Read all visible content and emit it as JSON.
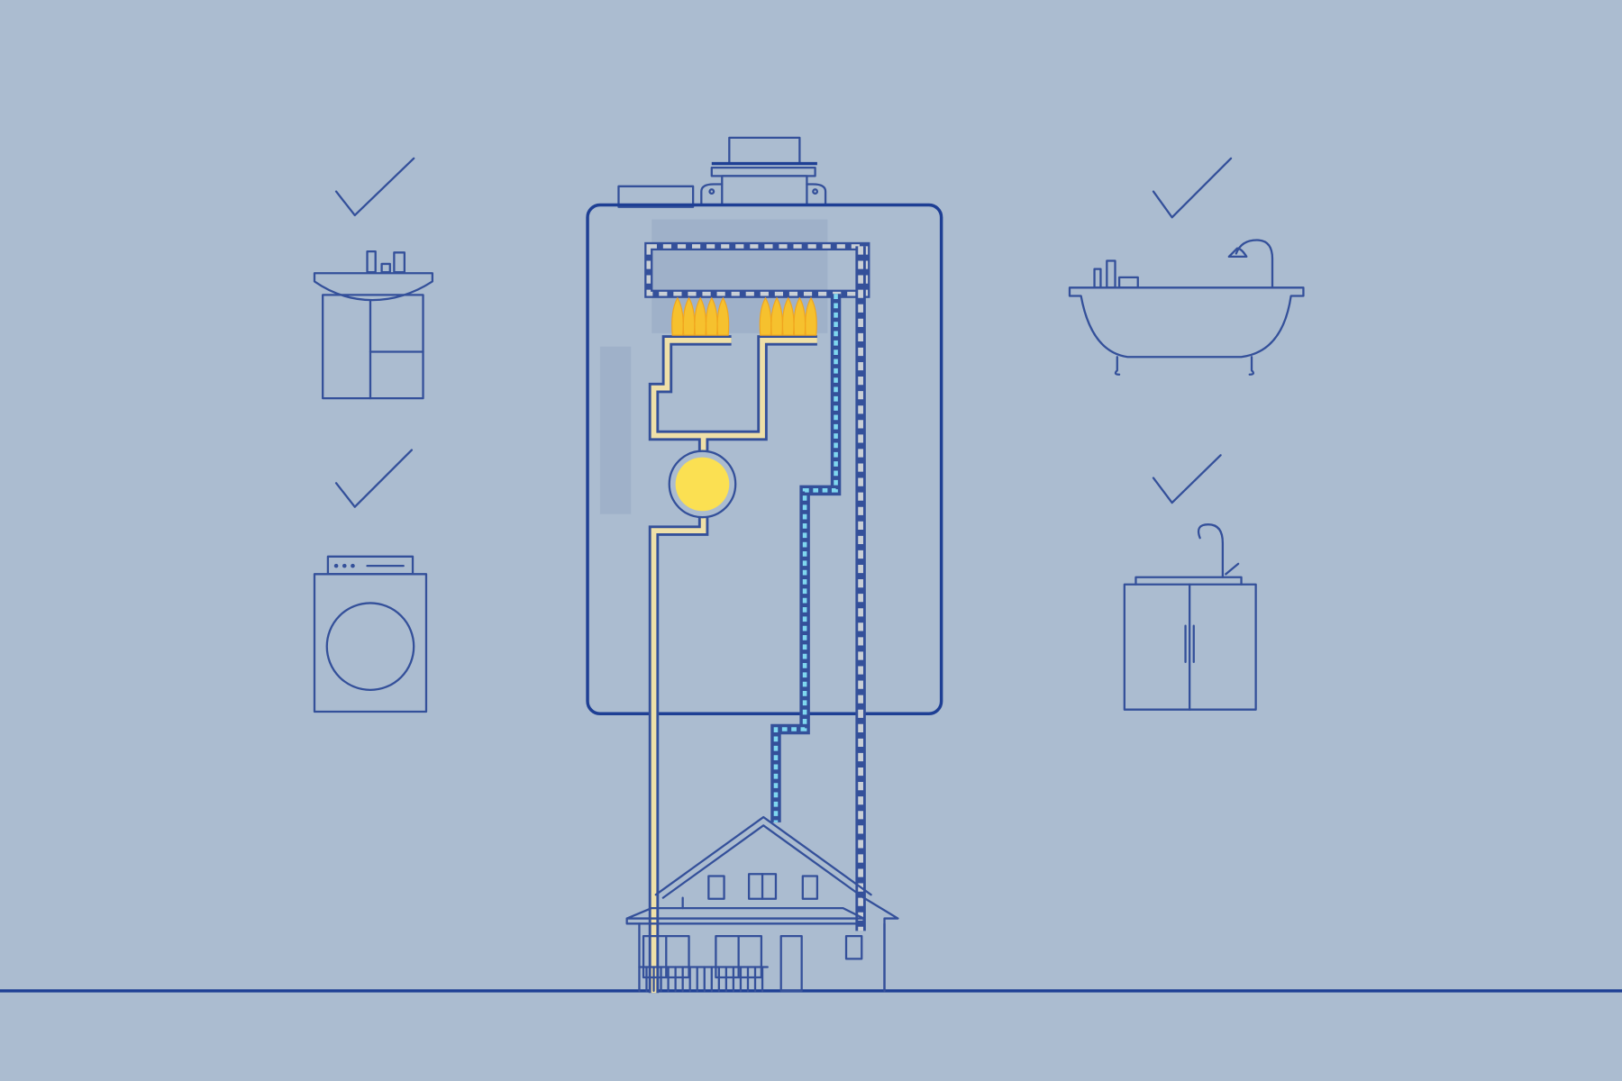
{
  "colors": {
    "background": "#abbcd0",
    "outline": "#34509a",
    "heater_outline": "#1e3f94",
    "gas_pipe": "#efe0a8",
    "flame": "#f6c12e",
    "gas_valve": "#fbe052",
    "cold_water": "#7fd7f0",
    "hot_water_pipe": "#c9cfd6"
  },
  "icons": {
    "heater": "tankless-water-heater",
    "fixtures": [
      {
        "name": "bathroom-vanity-sink",
        "checked": true
      },
      {
        "name": "washing-machine",
        "checked": true
      },
      {
        "name": "bathtub-with-shower",
        "checked": true
      },
      {
        "name": "kitchen-sink",
        "checked": true
      }
    ],
    "house": "house",
    "check": "checkmark-icon"
  }
}
